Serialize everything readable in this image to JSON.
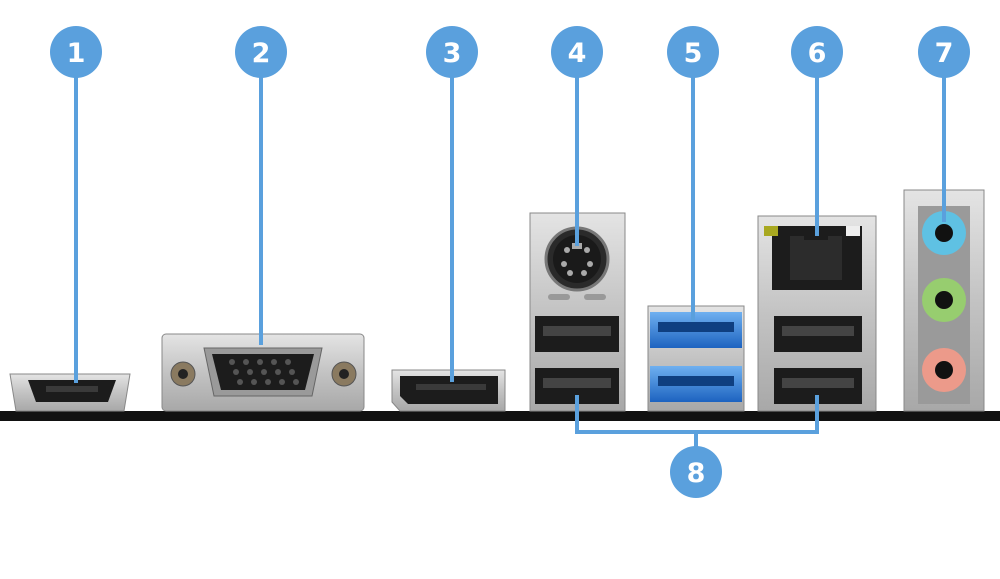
{
  "callouts": [
    {
      "number": "1",
      "port": "hdmi-port"
    },
    {
      "number": "2",
      "port": "vga-port"
    },
    {
      "number": "3",
      "port": "displayport"
    },
    {
      "number": "4",
      "port": "ps2-port"
    },
    {
      "number": "5",
      "port": "usb3-ports"
    },
    {
      "number": "6",
      "port": "lan-port"
    },
    {
      "number": "7",
      "port": "audio-jacks"
    },
    {
      "number": "8",
      "port": "usb2-ports"
    }
  ],
  "colors": {
    "callout": "#5aa0dd",
    "usb3": "#2f7fd8",
    "audio_line_in": "#5fc1e3",
    "audio_line_out": "#97cd6f",
    "audio_mic": "#ec9a8a",
    "metal": "#c5c5c5",
    "connector_black": "#1c1c1c"
  }
}
